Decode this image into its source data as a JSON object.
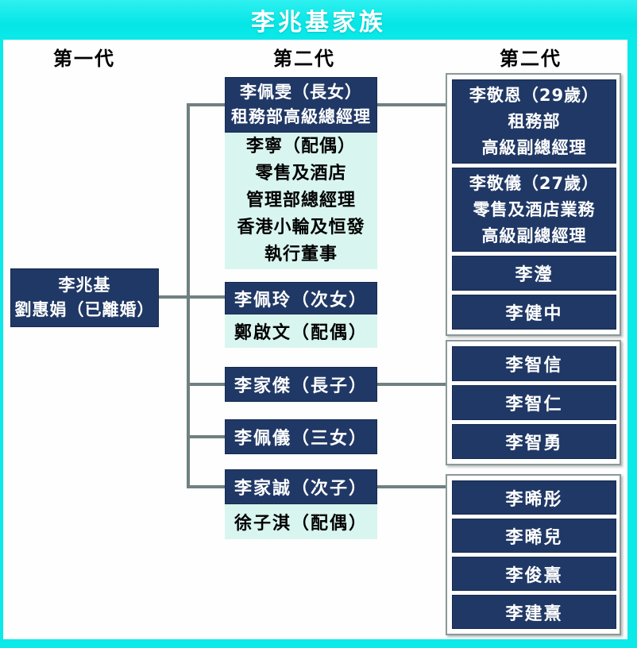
{
  "title": "李兆基家族",
  "column_headers": {
    "first": "第一代",
    "middle": "第二代",
    "right": "第二代"
  },
  "generation1": {
    "founder": {
      "lines": [
        "李兆基",
        "劉惠娟（已離婚）"
      ]
    }
  },
  "generation2": {
    "eldest_daughter": {
      "lines": [
        "李佩雯（長女）",
        "租務部高級總經理"
      ]
    },
    "eldest_daughter_spouse": {
      "lines": [
        "李寧（配偶）",
        "零售及酒店",
        "管理部總經理",
        "香港小輪及恒發",
        "執行董事"
      ]
    },
    "second_daughter": {
      "label": "李佩玲（次女）"
    },
    "second_daughter_spouse": {
      "label": "鄭啟文（配偶）"
    },
    "eldest_son": {
      "label": "李家傑（長子）"
    },
    "third_daughter": {
      "label": "李佩儀（三女）"
    },
    "second_son": {
      "label": "李家誠（次子）"
    },
    "second_son_spouse": {
      "label": "徐子淇（配偶）"
    }
  },
  "generation3": {
    "group1": {
      "member1": {
        "lines": [
          "李敬恩（29歲）",
          "租務部",
          "高級副總經理"
        ]
      },
      "member2": {
        "lines": [
          "李敬儀（27歲）",
          "零售及酒店業務",
          "高級副總經理"
        ]
      },
      "member3": {
        "label": "李瀅"
      },
      "member4": {
        "label": "李健中"
      }
    },
    "group2": {
      "member1": {
        "label": "李智信"
      },
      "member2": {
        "label": "李智仁"
      },
      "member3": {
        "label": "李智勇"
      }
    },
    "group3": {
      "member1": {
        "label": "李晞彤"
      },
      "member2": {
        "label": "李晞兒"
      },
      "member3": {
        "label": "李俊熹"
      },
      "member4": {
        "label": "李建熹"
      }
    }
  },
  "colors": {
    "title_cyan": "#0BE9E9",
    "box_navy": "#203865",
    "spouse_pale_cyan": "#D9F5F0",
    "connector_gray": "#6F8080",
    "group_border_gray": "#8B9898"
  }
}
